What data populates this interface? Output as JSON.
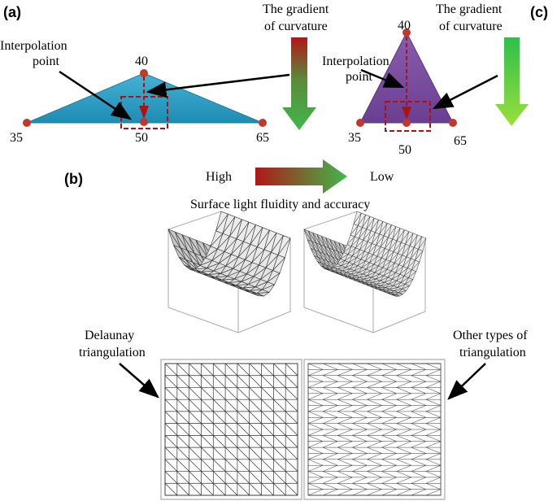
{
  "panels": {
    "a": {
      "tag": "(a)",
      "interp_label": [
        "Interpolation",
        "point"
      ],
      "gradient_label": [
        "The gradient",
        "of curvature"
      ],
      "values": {
        "top": "40",
        "left": "35",
        "mid": "50",
        "right": "65"
      },
      "fill_color": "#2a9fc4"
    },
    "c": {
      "tag": "(c)",
      "interp_label": [
        "Interpolation",
        "point"
      ],
      "gradient_label": [
        "The gradient",
        "of curvature"
      ],
      "values": {
        "top": "40",
        "left": "35",
        "mid": "50",
        "right": "65"
      },
      "fill_color": "#7a4fa0"
    },
    "b": {
      "tag": "(b)",
      "scale_high": "High",
      "scale_low": "Low",
      "caption": "Surface light fluidity and accuracy",
      "left_label": [
        "Delaunay",
        "triangulation"
      ],
      "right_label": [
        "Other types of",
        "triangulation"
      ]
    }
  },
  "colors": {
    "marker": "#c0392b",
    "dashed_box": "#b01010",
    "gradient_start": "#b01818",
    "gradient_end": "#3fb84a"
  }
}
